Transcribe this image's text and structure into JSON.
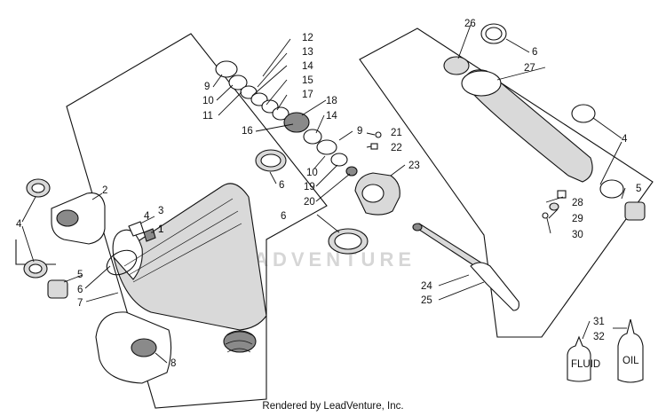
{
  "watermark": "LEADVENTURE",
  "footer": "Rendered by LeadVenture, Inc.",
  "bottles": {
    "fluid": "FLUID",
    "oil": "OIL"
  },
  "callouts": [
    "1",
    "2",
    "3",
    "4",
    "5",
    "6",
    "7",
    "8",
    "9",
    "10",
    "11",
    "12",
    "13",
    "14",
    "15",
    "16",
    "17",
    "18",
    "19",
    "20",
    "21",
    "22",
    "23",
    "24",
    "25",
    "26",
    "27",
    "28",
    "29",
    "30",
    "31",
    "32"
  ]
}
